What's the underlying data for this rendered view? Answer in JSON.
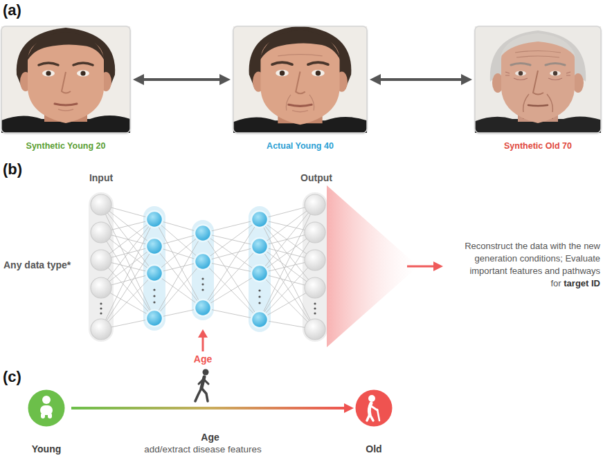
{
  "diagram": {
    "nodes": [
      {
        "text": [
          "Synthetic Young 20"
        ]
      },
      {
        "text": [
          "Actual Young 40"
        ]
      },
      {
        "text": [
          "Synthetic Old 70"
        ]
      },
      {
        "text": [
          "Young"
        ]
      },
      {
        "text": [
          "Old"
        ]
      }
    ],
    "edges": [
      {
        "from": 0,
        "to": 1,
        "arrow": "both"
      },
      {
        "from": 1,
        "to": 2,
        "arrow": "both"
      },
      {
        "from": 3,
        "to": 4,
        "arrow": "to",
        "label": "Age"
      }
    ],
    "labels": [
      "(a)",
      "(b)",
      "Input",
      "Output",
      "Any data type*",
      "Age",
      "Reconstruct the data with the new generation conditions; Evaluate important features and pathways for",
      "target ID",
      "(c)",
      "add/extract disease features"
    ]
  }
}
